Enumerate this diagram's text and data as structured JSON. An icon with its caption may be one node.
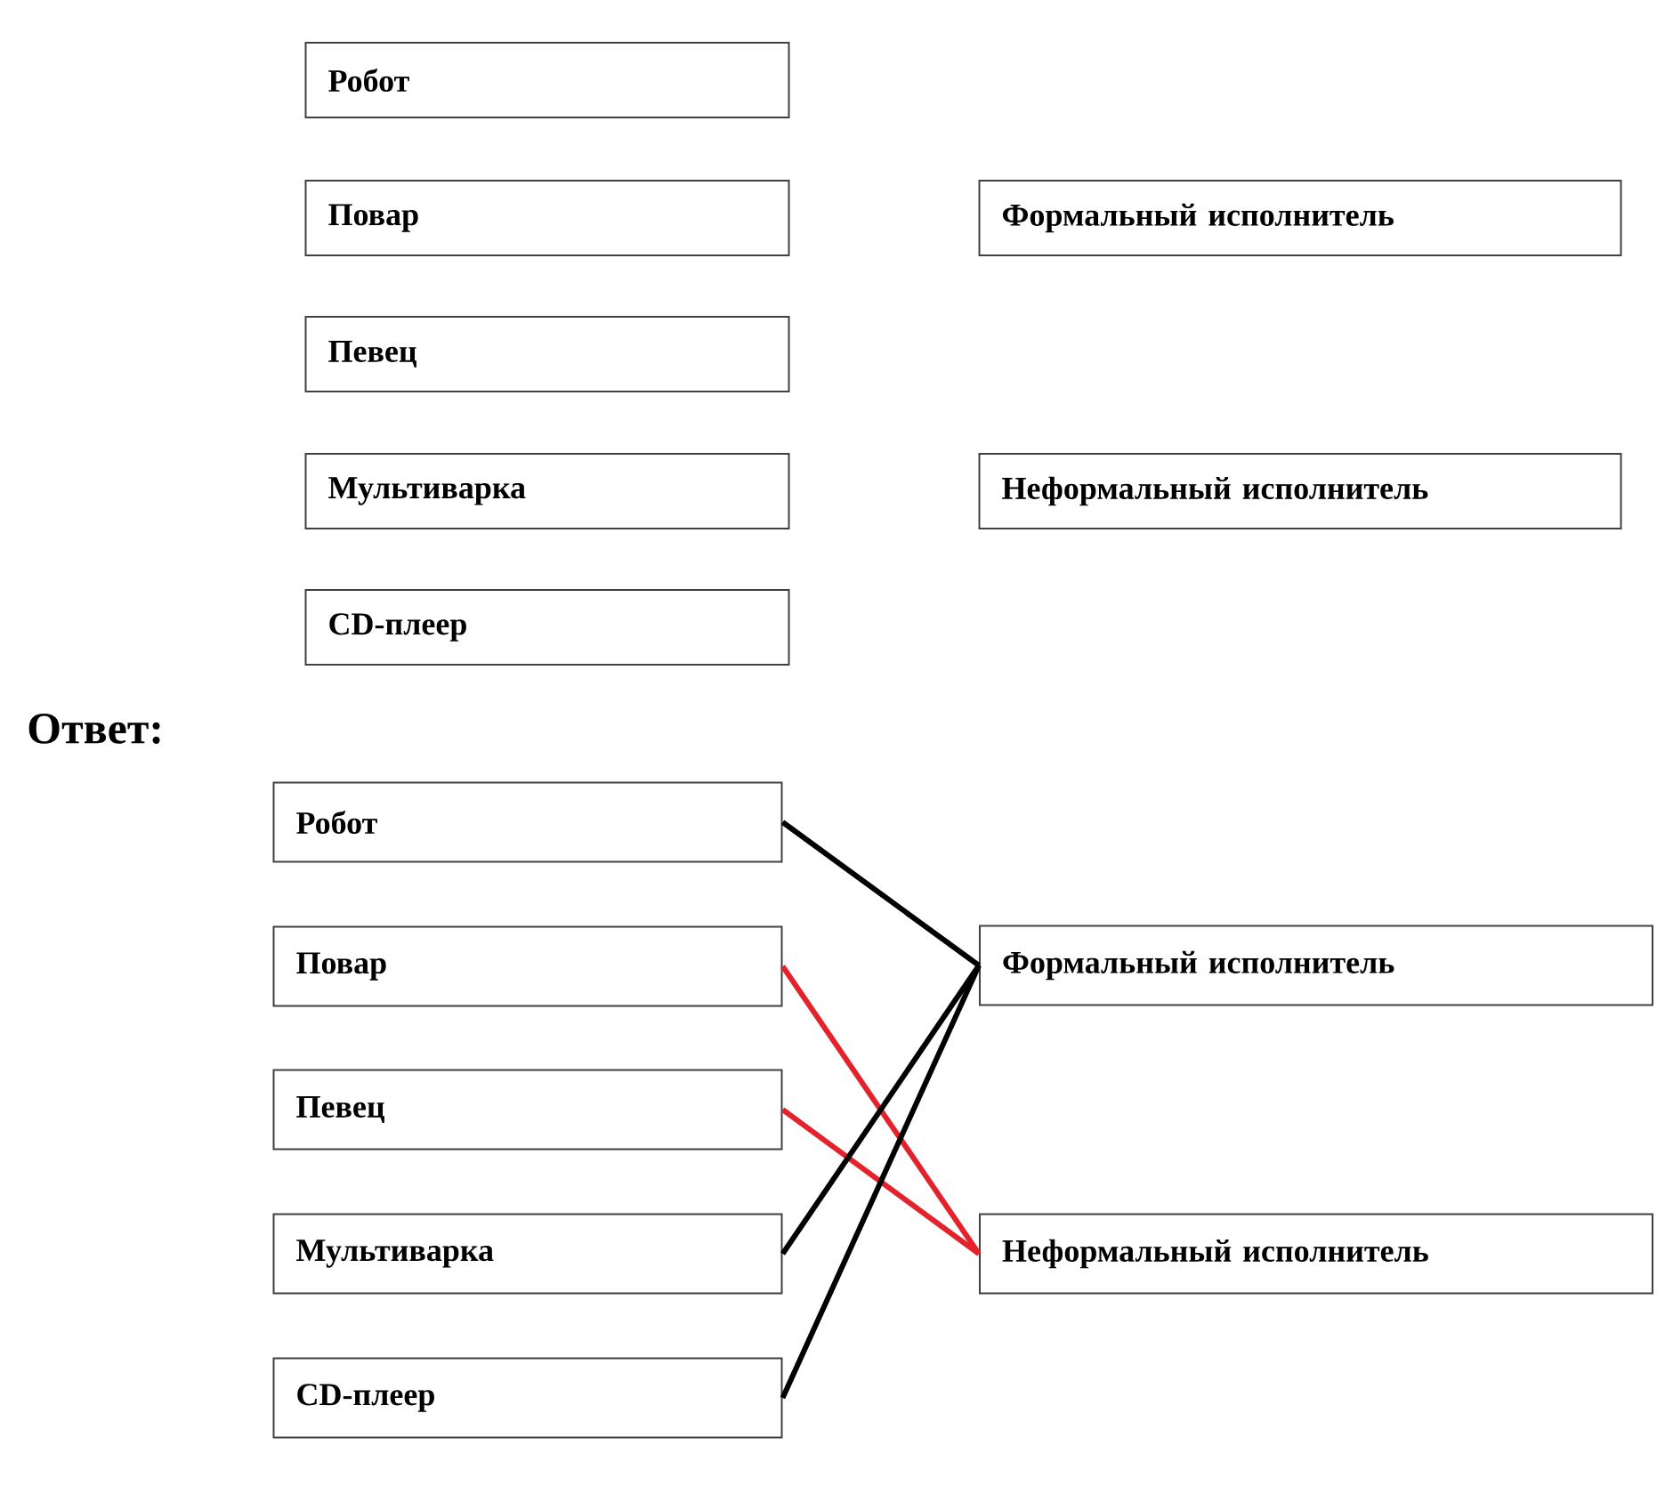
{
  "diagram": {
    "nodes": [
      {
        "text": [
          "Робот"
        ]
      },
      {
        "text": [
          "Повар"
        ]
      },
      {
        "text": [
          "Певец"
        ]
      },
      {
        "text": [
          "Мультиварка"
        ]
      },
      {
        "text": [
          "CD-плеер"
        ]
      },
      {
        "text": [
          "Формальный исполнитель"
        ]
      },
      {
        "text": [
          "Неформальный исполнитель"
        ]
      },
      {
        "text": [
          "Робот"
        ]
      },
      {
        "text": [
          "Повар"
        ]
      },
      {
        "text": [
          "Певец"
        ]
      },
      {
        "text": [
          "Мультиварка"
        ]
      },
      {
        "text": [
          "CD-плеер"
        ]
      },
      {
        "text": [
          "Формальный исполнитель"
        ]
      },
      {
        "text": [
          "Неформальный исполнитель"
        ]
      }
    ],
    "edges": [
      {
        "from": 7,
        "to": 12,
        "arrow": "none"
      },
      {
        "from": 8,
        "to": 13,
        "arrow": "none",
        "color": "#e3222c"
      },
      {
        "from": 9,
        "to": 13,
        "arrow": "none",
        "color": "#e3222c"
      },
      {
        "from": 10,
        "to": 12,
        "arrow": "none"
      },
      {
        "from": 11,
        "to": 12,
        "arrow": "none"
      }
    ],
    "labels": [
      "Ответ:"
    ]
  }
}
